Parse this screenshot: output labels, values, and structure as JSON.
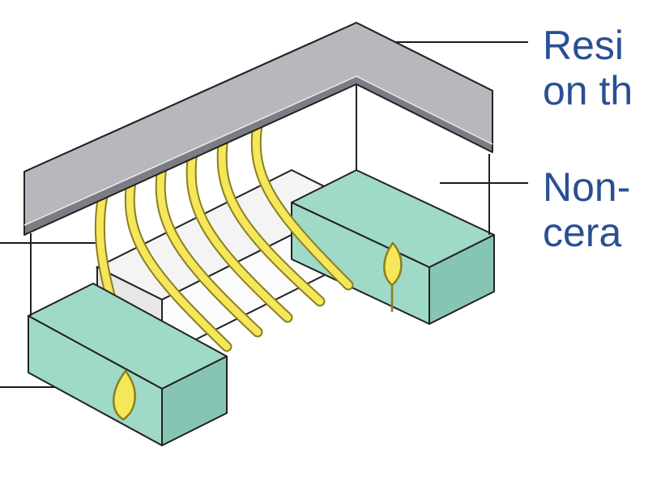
{
  "callouts": {
    "resin": {
      "line1": "Resi",
      "line2": "on th"
    },
    "ceramic": {
      "line1": "Non-",
      "line2": "cera"
    }
  },
  "colors": {
    "resin_top": "#b7b7be",
    "resin_edge": "#7c7c84",
    "ceramic": "#9fd9c8",
    "ceramic_shade": "#86c5b3",
    "wire": "#f5e65a",
    "wire_outline": "#8a7f1e",
    "label": "#2a4f93",
    "leader": "#1a1a1a"
  }
}
